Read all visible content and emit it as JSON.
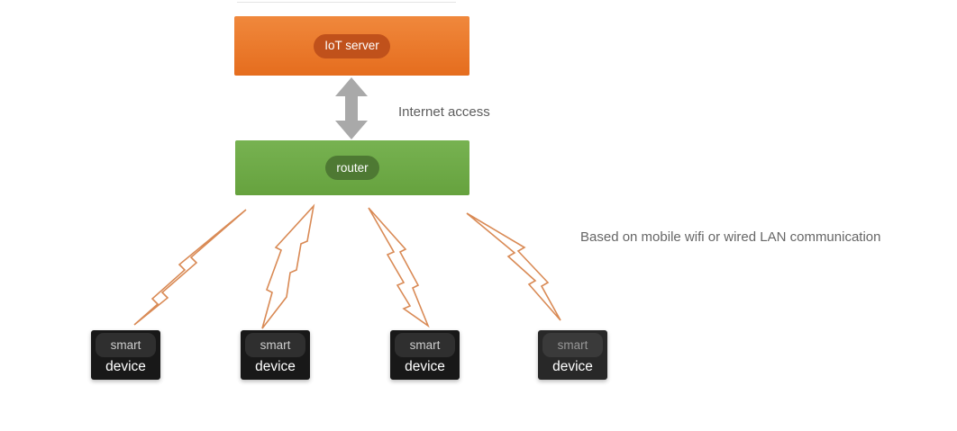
{
  "diagram": {
    "server": {
      "label": "IoT server"
    },
    "router": {
      "label": "router"
    },
    "arrow_label": "Internet access",
    "lan_note": "Based on mobile wifi or wired LAN communication",
    "devices": [
      {
        "line1": "smart",
        "line2": "device"
      },
      {
        "line1": "smart",
        "line2": "device"
      },
      {
        "line1": "smart",
        "line2": "device"
      },
      {
        "line1": "smart",
        "line2": "device"
      }
    ]
  },
  "colors": {
    "server_box_top": "#f0883c",
    "server_box_bottom": "#e56d1e",
    "server_pill": "#c0511b",
    "router_box_top": "#77b251",
    "router_box_bottom": "#66a23e",
    "router_pill": "#4e7933",
    "arrow_gray": "#a9a9a9",
    "bolt_orange": "#d98a55",
    "device_dark": "#181818",
    "device_pill": "#2f2f2f",
    "text_gray": "#5d5d5d"
  }
}
